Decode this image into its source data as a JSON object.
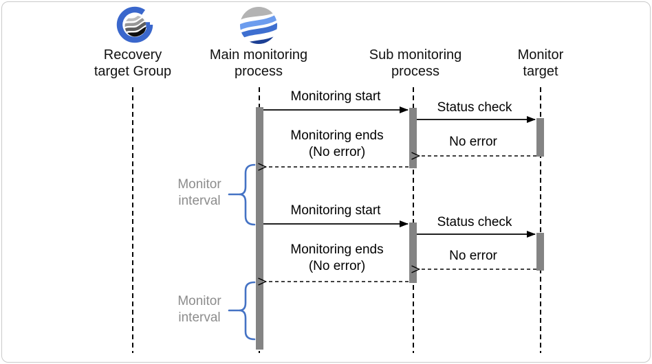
{
  "actors": [
    {
      "name": "Recovery target Group",
      "line1": "Recovery",
      "line2": "target Group",
      "icon": "recovery-group-logo"
    },
    {
      "name": "Main monitoring process",
      "line1": "Main monitoring",
      "line2": "process",
      "icon": "wave-sphere-logo"
    },
    {
      "name": "Sub monitoring process",
      "line1": "Sub monitoring",
      "line2": "process",
      "icon": null
    },
    {
      "name": "Monitor target",
      "line1": "Monitor",
      "line2": "target",
      "icon": null
    }
  ],
  "messages": [
    {
      "label": "Monitoring start",
      "style": "solid",
      "from": "Main monitoring process",
      "to": "Sub monitoring process"
    },
    {
      "label": "Status check",
      "style": "solid",
      "from": "Sub monitoring process",
      "to": "Monitor target"
    },
    {
      "label": "No error",
      "style": "dashed",
      "from": "Monitor target",
      "to": "Sub monitoring process"
    },
    {
      "label": "Monitoring ends",
      "label2": "(No error)",
      "style": "dashed",
      "from": "Sub monitoring process",
      "to": "Main monitoring process"
    },
    {
      "label": "Monitoring start",
      "style": "solid",
      "from": "Main monitoring process",
      "to": "Sub monitoring process"
    },
    {
      "label": "Status check",
      "style": "solid",
      "from": "Sub monitoring process",
      "to": "Monitor target"
    },
    {
      "label": "No error",
      "style": "dashed",
      "from": "Monitor target",
      "to": "Sub monitoring process"
    },
    {
      "label": "Monitoring ends",
      "label2": "(No error)",
      "style": "dashed",
      "from": "Sub monitoring process",
      "to": "Main monitoring process"
    }
  ],
  "intervals": [
    {
      "line1": "Monitor",
      "line2": "interval"
    },
    {
      "line1": "Monitor",
      "line2": "interval"
    }
  ],
  "colors": {
    "brace_blue": "#4472C4",
    "activation_bar": "#848484",
    "interval_label_gray": "#8c8c8c",
    "line_black": "#000000",
    "frame_border": "#c9c9c9",
    "logo_blue": "#3A67CC",
    "logo_light_blue": "#6C9CEE",
    "logo_mid_blue": "#3E6FD0",
    "logo_dark_blue": "#1C3F94",
    "logo_gray": "#B3B3B3"
  }
}
